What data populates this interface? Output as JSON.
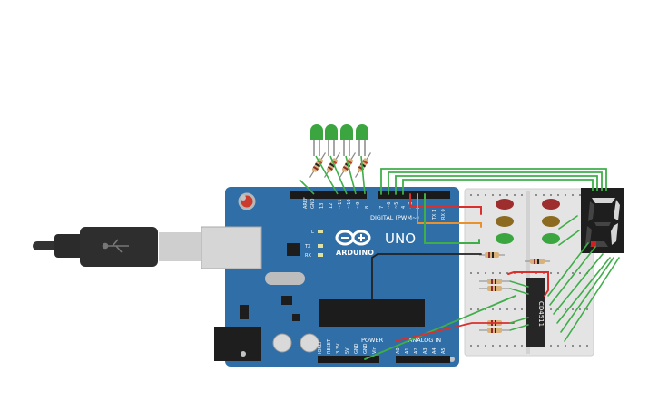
{
  "board": {
    "logo": "ARDUINO",
    "model": "UNO",
    "digital_label": "DIGITAL (PWM~)",
    "power_label": "POWER",
    "analog_label": "ANALOG IN",
    "aref": "AREF",
    "gnd": "GND",
    "led_l": "L",
    "tx": "TX",
    "rx": "RX",
    "tx_pin": "TX 1",
    "rx_pin": "RX 0",
    "digital_pins": [
      "13",
      "12",
      "~11",
      "~10",
      "~9",
      "8",
      "7",
      "~6",
      "~5",
      "4",
      "~3",
      "2"
    ],
    "power_pins": [
      "IOREF",
      "RESET",
      "3.3V",
      "5V",
      "GND",
      "GND",
      "Vin"
    ],
    "analog_pins": [
      "A0",
      "A1",
      "A2",
      "A3",
      "A4",
      "A5"
    ]
  },
  "ic": {
    "label": "CD4511"
  },
  "display": {
    "digit": "7"
  },
  "colors": {
    "board": "#2f6ea6",
    "wire_green": "#3fae49",
    "wire_red": "#d9302e",
    "wire_orange": "#e8912d",
    "wire_black": "#222222",
    "led_green": "#3ba63f",
    "led_red": "#9e2d2d",
    "led_yellow": "#8c6a1f"
  }
}
